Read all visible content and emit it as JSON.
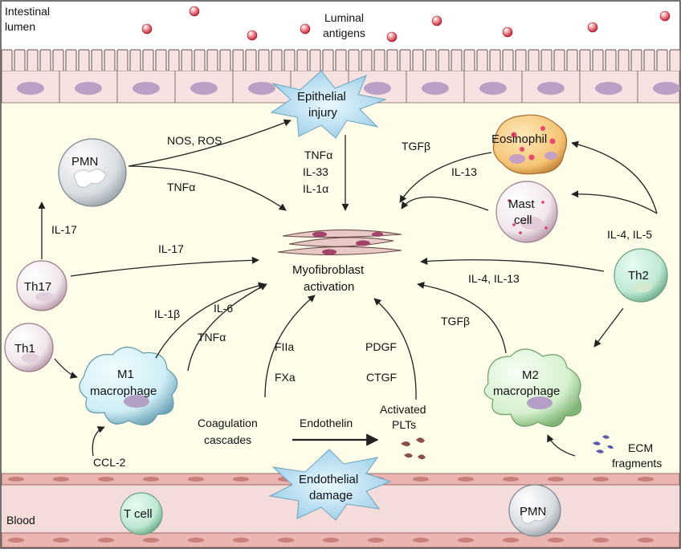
{
  "regions": {
    "lumen_label_line1": "Intestinal",
    "lumen_label_line2": "lumen",
    "luminal_antigens_line1": "Luminal",
    "luminal_antigens_line2": "antigens",
    "blood_label": "Blood"
  },
  "injury": {
    "epithelial_line1": "Epithelial",
    "epithelial_line2": "injury",
    "endothelial_line1": "Endothelial",
    "endothelial_line2": "damage"
  },
  "center": {
    "line1": "Myofibroblast",
    "line2": "activation"
  },
  "cells": {
    "pmn": "PMN",
    "th17": "Th17",
    "th1": "Th1",
    "m1_line1": "M1",
    "m1_line2": "macrophage",
    "eosinophil": "Eosinophil",
    "mast_line1": "Mast",
    "mast_line2": "cell",
    "th2": "Th2",
    "m2_line1": "M2",
    "m2_line2": "macrophage",
    "t_cell": "T cell",
    "pmn_blood": "PMN",
    "activated_plts_line1": "Activated",
    "activated_plts_line2": "PLTs",
    "ecm_line1": "ECM",
    "ecm_line2": "fragments",
    "coag_line1": "Coagulation",
    "coag_line2": "cascades"
  },
  "mediators": {
    "nos_ros": "NOS, ROS",
    "tnfa_pmn": "TNFα",
    "tnfa_epi": "TNFα",
    "il33": "IL-33",
    "il1a": "IL-1α",
    "tgfb_eos": "TGFβ",
    "il13_mast": "IL-13",
    "il17_up": "IL-17",
    "il17_center": "IL-17",
    "il4_il5": "IL-4, IL-5",
    "il4_il13": "IL-4, IL-13",
    "il1b": "IL-1β",
    "il6": "IL-6",
    "tnfa_m1": "TNFα",
    "tgfb_m2": "TGFβ",
    "fiia": "FIIa",
    "fxa": "FXa",
    "pdgf": "PDGF",
    "ctgf": "CTGF",
    "endothelin": "Endothelin",
    "ccl2": "CCL-2"
  },
  "colors": {
    "tissue": "#fefdea",
    "epithelium": "#f6e2e0",
    "endothelium": "#f3cfcc",
    "nucleus": "#b9a0c4",
    "arrow": "#222222"
  }
}
